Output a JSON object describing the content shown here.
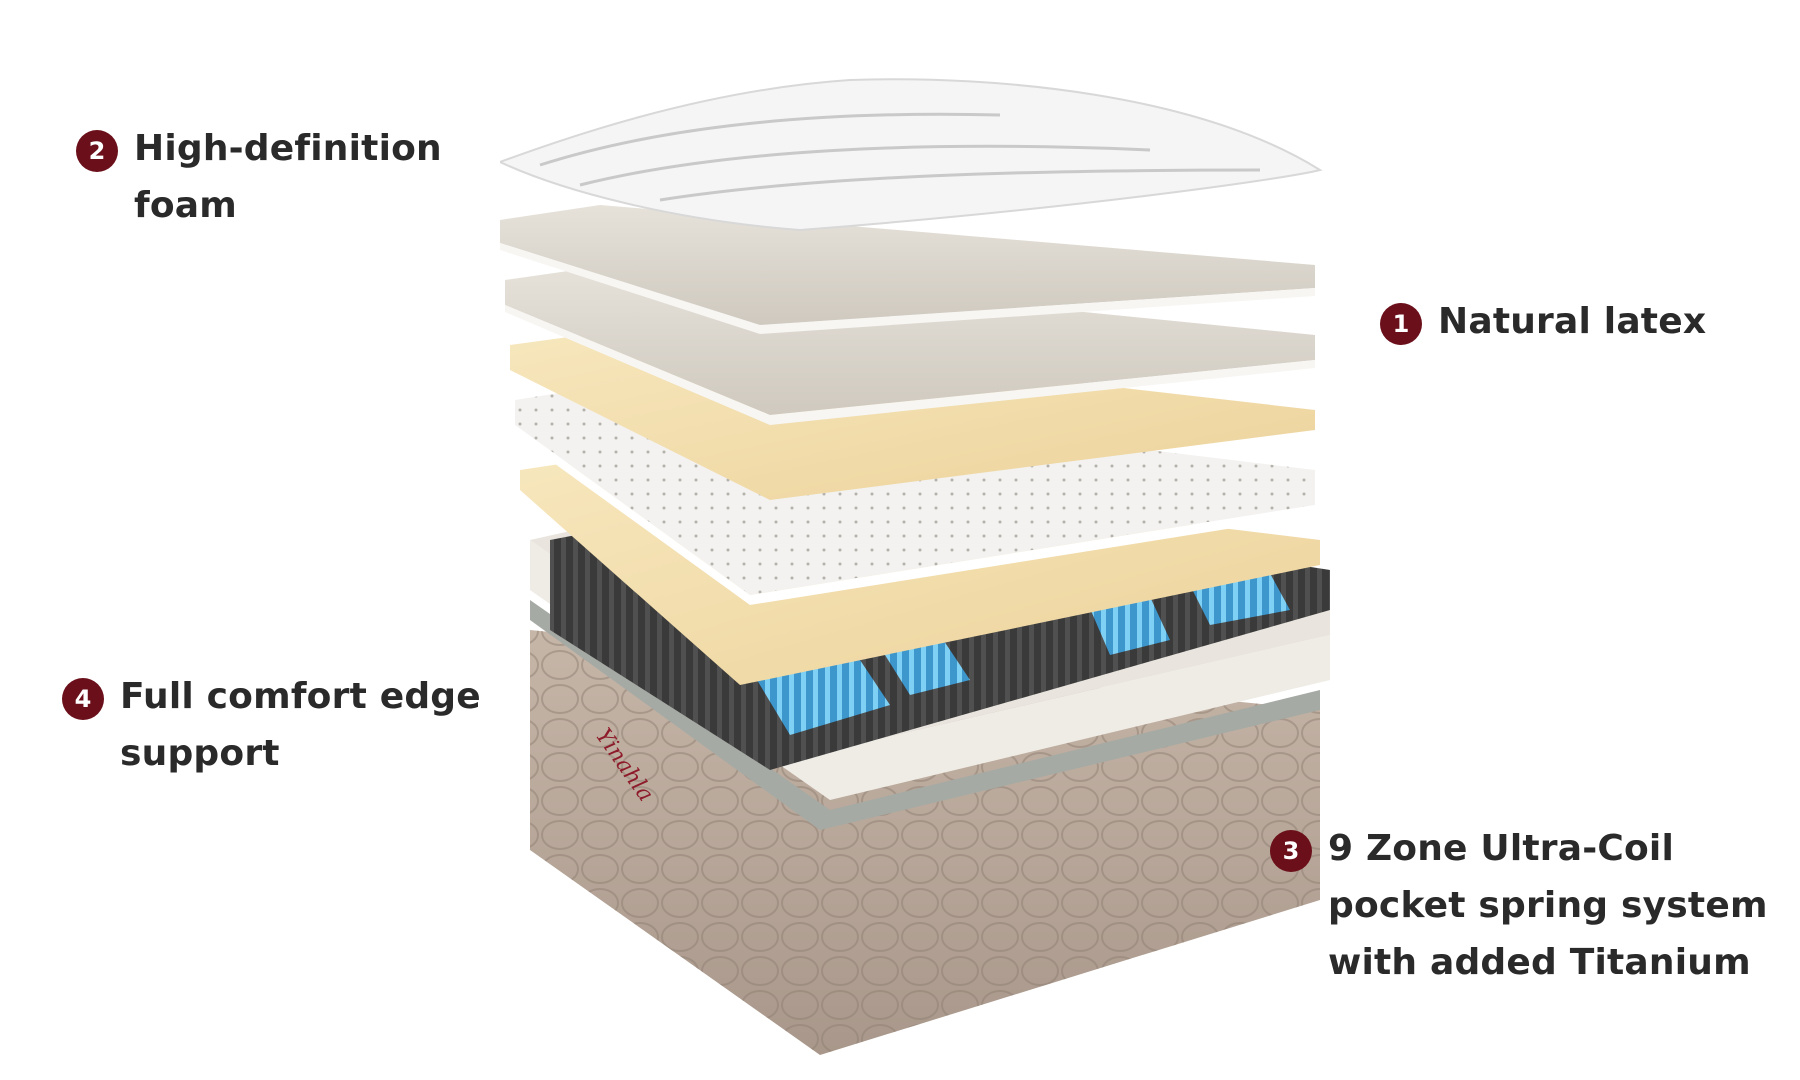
{
  "callouts": [
    {
      "number": "2",
      "text": "High-definition\nfoam"
    },
    {
      "number": "1",
      "text": "Natural latex"
    },
    {
      "number": "4",
      "text": "Full comfort edge\nsupport"
    },
    {
      "number": "3",
      "text": "9 Zone Ultra-Coil\npocket spring system\nwith added Titanium"
    }
  ],
  "brand": {
    "name": "Yinahla"
  },
  "colors": {
    "badge": "#6b0f1a",
    "cream_layer": "#f2dcaa",
    "grey_layer": "#ddd8cf",
    "latex_layer": "#f1f0ee",
    "base_fabric": "#b9a89a",
    "spring_dark": "#3b3b3b",
    "spring_blue": "#55b6e6"
  }
}
